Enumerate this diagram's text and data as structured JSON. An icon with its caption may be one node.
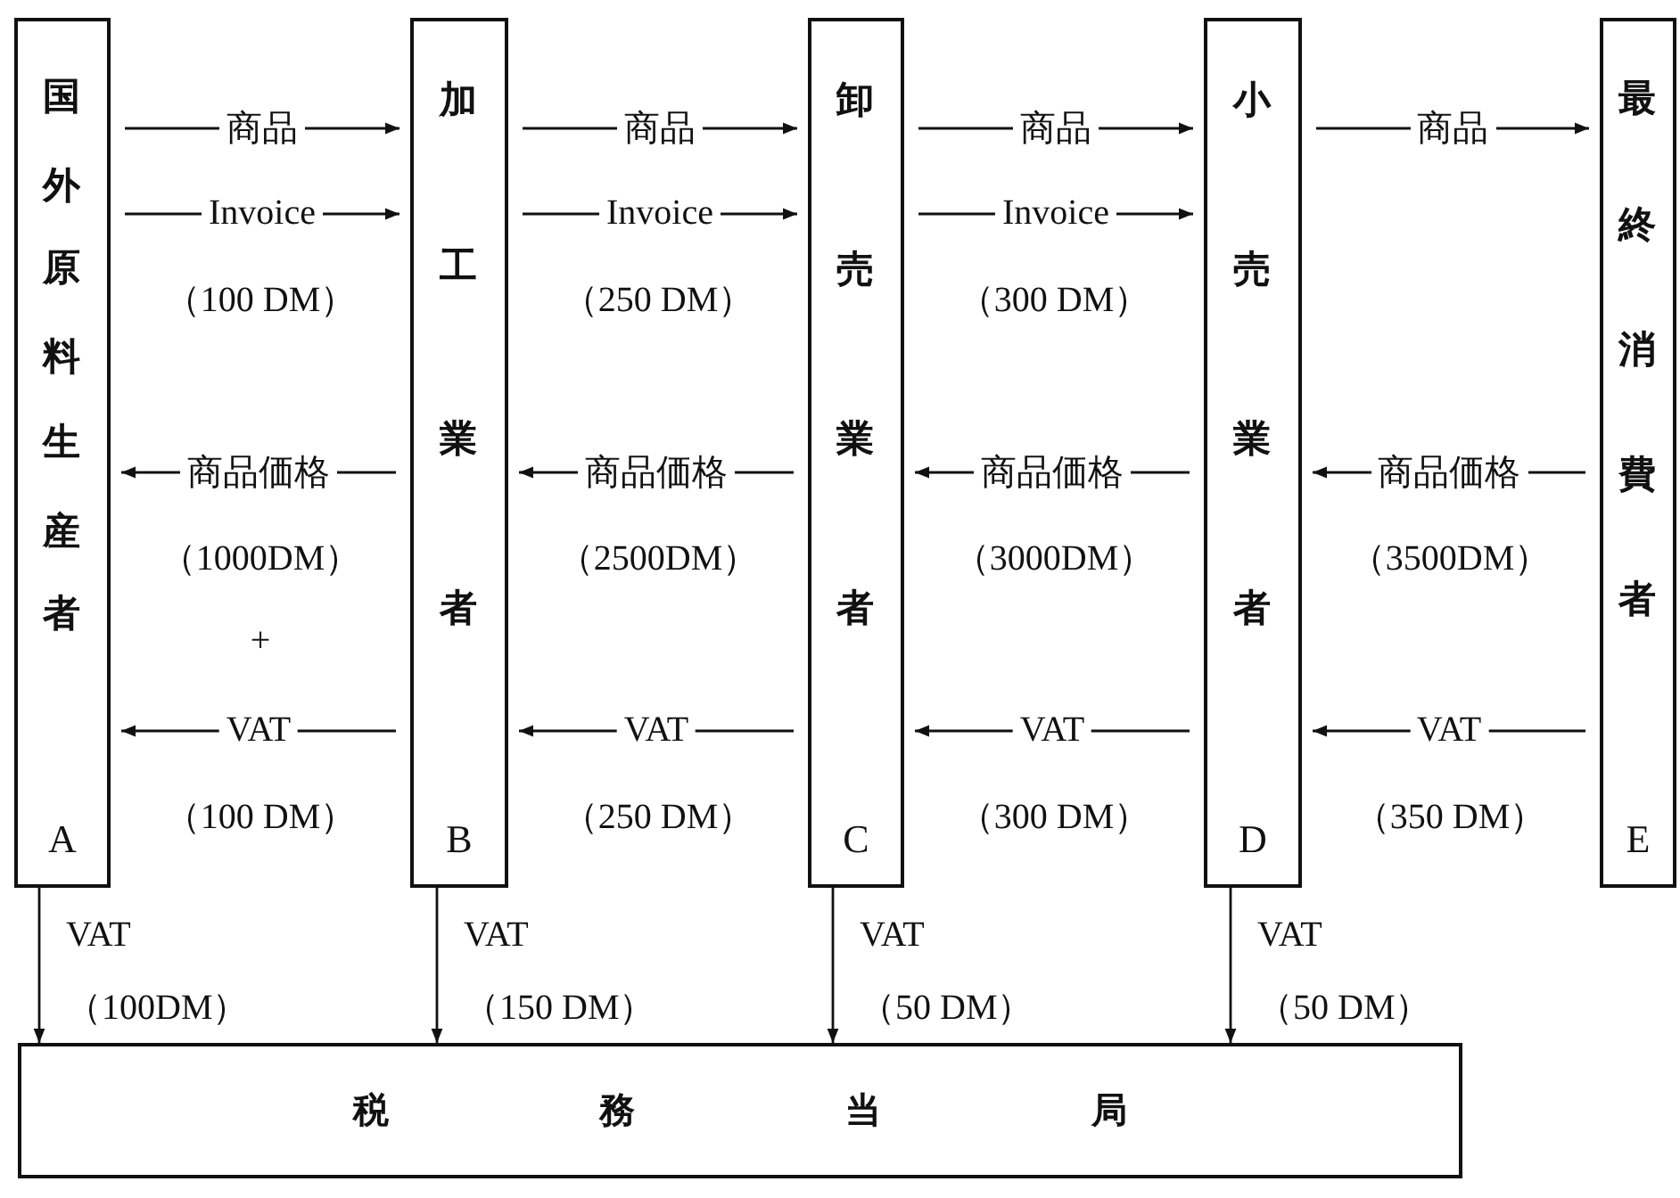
{
  "diagram": {
    "nodes": [
      {
        "text": [
          "国外原料生産者",
          "A"
        ]
      },
      {
        "text": [
          "加工業者",
          "B"
        ]
      },
      {
        "text": [
          "卸売業者",
          "C"
        ]
      },
      {
        "text": [
          "小売業者",
          "D"
        ]
      },
      {
        "text": [
          "最終消費者",
          "E"
        ]
      },
      {
        "text": [
          "税務当局"
        ]
      }
    ],
    "edges": [
      {
        "from": 0,
        "to": 1,
        "arrow": "to",
        "label": "商品"
      },
      {
        "from": 0,
        "to": 1,
        "arrow": "to",
        "label": "Invoice"
      },
      {
        "from": 1,
        "to": 0,
        "arrow": "to",
        "label": "商品価格"
      },
      {
        "from": 1,
        "to": 0,
        "arrow": "to",
        "label": "VAT"
      },
      {
        "from": 1,
        "to": 2,
        "arrow": "to",
        "label": "商品"
      },
      {
        "from": 1,
        "to": 2,
        "arrow": "to",
        "label": "Invoice"
      },
      {
        "from": 2,
        "to": 1,
        "arrow": "to",
        "label": "商品価格"
      },
      {
        "from": 2,
        "to": 1,
        "arrow": "to",
        "label": "VAT"
      },
      {
        "from": 2,
        "to": 3,
        "arrow": "to",
        "label": "商品"
      },
      {
        "from": 2,
        "to": 3,
        "arrow": "to",
        "label": "Invoice"
      },
      {
        "from": 3,
        "to": 2,
        "arrow": "to",
        "label": "商品価格"
      },
      {
        "from": 3,
        "to": 2,
        "arrow": "to",
        "label": "VAT"
      },
      {
        "from": 3,
        "to": 4,
        "arrow": "to",
        "label": "商品"
      },
      {
        "from": 4,
        "to": 3,
        "arrow": "to",
        "label": "商品価格"
      },
      {
        "from": 4,
        "to": 3,
        "arrow": "to",
        "label": "VAT"
      },
      {
        "from": 0,
        "to": 5,
        "arrow": "to",
        "label": "VAT"
      },
      {
        "from": 1,
        "to": 5,
        "arrow": "to",
        "label": "VAT"
      },
      {
        "from": 2,
        "to": 5,
        "arrow": "to",
        "label": "VAT"
      },
      {
        "from": 3,
        "to": 5,
        "arrow": "to",
        "label": "VAT"
      }
    ],
    "labels": [
      "（100 DM）",
      "（250 DM）",
      "（300 DM）",
      "（1000DM）",
      "（2500DM）",
      "（3000DM）",
      "（3500DM）",
      "+",
      "（100 DM）",
      "（250 DM）",
      "（300 DM）",
      "（350 DM）",
      "（100DM）",
      "（150 DM）",
      "（50 DM）",
      "（50 DM）"
    ]
  }
}
